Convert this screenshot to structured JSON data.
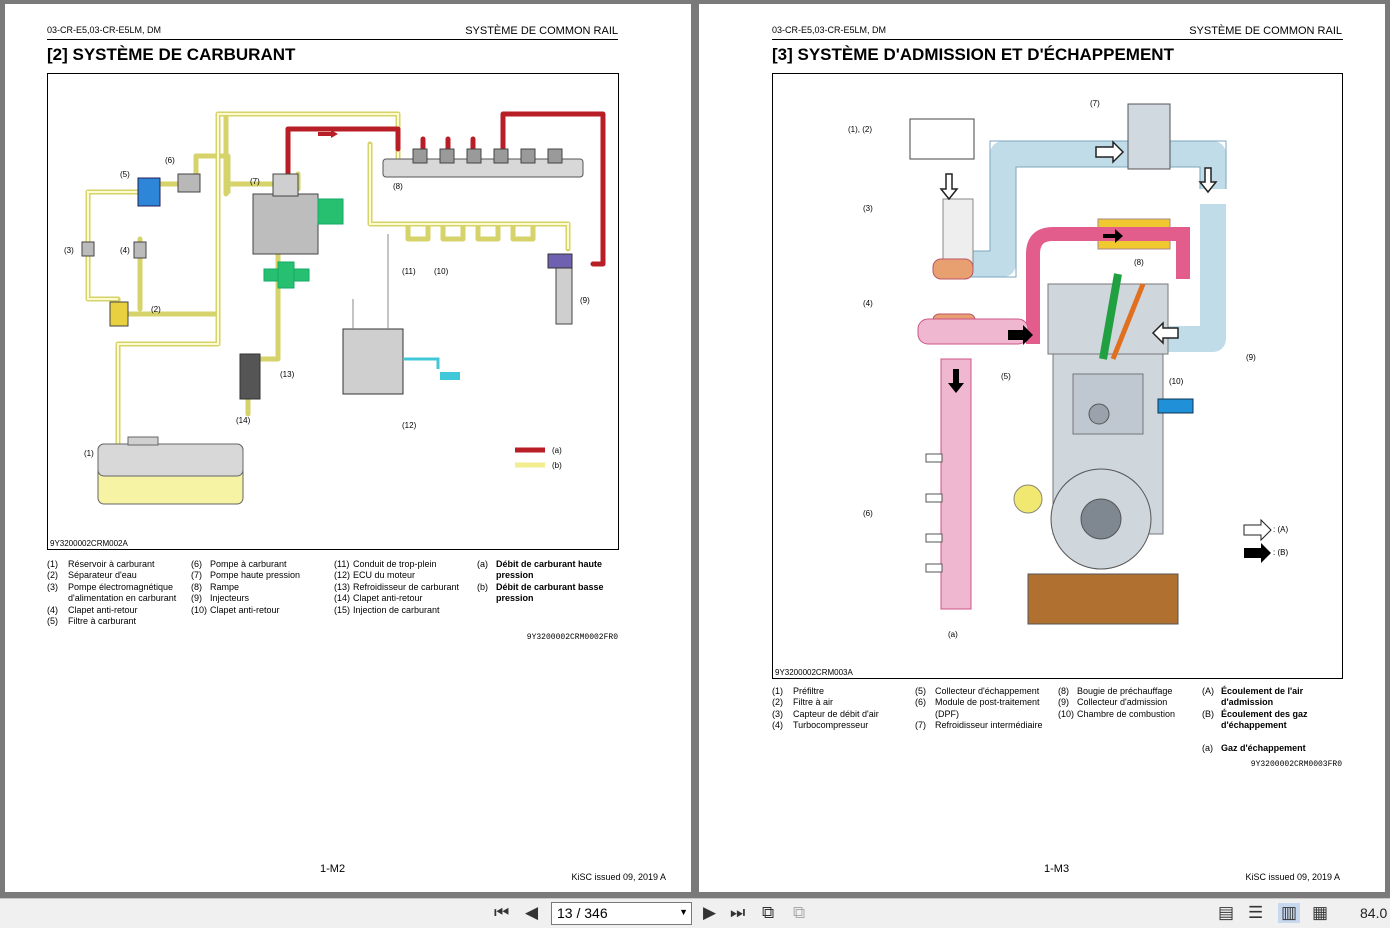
{
  "pages": [
    {
      "header_left": "03-CR-E5,03-CR-E5LM, DM",
      "header_right": "SYSTÈME DE COMMON RAIL",
      "title": "[2]  SYSTÈME DE CARBURANT",
      "figure_id": "9Y3200002CRM002A",
      "callouts": {
        "c1": "(1)",
        "c2": "(2)",
        "c3": "(3)",
        "c4": "(4)",
        "c5": "(5)",
        "c6": "(6)",
        "c7": "(7)",
        "c8": "(8)",
        "c9": "(9)",
        "c10": "(10)",
        "c11": "(11)",
        "c12": "(12)",
        "c13": "(13)",
        "c14": "(14)",
        "ca": "(a)",
        "cb": "(b)"
      },
      "legend": [
        {
          "n": "(1)",
          "t": "Réservoir à carburant"
        },
        {
          "n": "(2)",
          "t": "Séparateur d'eau"
        },
        {
          "n": "(3)",
          "t": "Pompe électromagnétique d'alimentation en carburant"
        },
        {
          "n": "(4)",
          "t": "Clapet anti-retour"
        },
        {
          "n": "(5)",
          "t": "Filtre à carburant"
        },
        {
          "n": "(6)",
          "t": "Pompe à carburant"
        },
        {
          "n": "(7)",
          "t": "Pompe haute pression"
        },
        {
          "n": "(8)",
          "t": "Rampe"
        },
        {
          "n": "(9)",
          "t": "Injecteurs"
        },
        {
          "n": "(10)",
          "t": "Clapet anti-retour"
        },
        {
          "n": "(11)",
          "t": "Conduit de trop-plein"
        },
        {
          "n": "(12)",
          "t": "ECU du moteur"
        },
        {
          "n": "(13)",
          "t": "Refroidisseur de carburant"
        },
        {
          "n": "(14)",
          "t": "Clapet anti-retour"
        },
        {
          "n": "(15)",
          "t": "Injection de carburant"
        },
        {
          "n": "(a)",
          "t": "Débit de carburant haute pression"
        },
        {
          "n": "(b)",
          "t": "Débit de carburant basse pression"
        }
      ],
      "code": "9Y3200002CRM0002FR0",
      "page_number": "1-M2",
      "issued": "KiSC issued 09, 2019 A",
      "colors": {
        "high_pressure": "#c0202a",
        "low_pressure": "#f2f0a0"
      }
    },
    {
      "header_left": "03-CR-E5,03-CR-E5LM, DM",
      "header_right": "SYSTÈME DE COMMON RAIL",
      "title": "[3]  SYSTÈME D'ADMISSION ET D'ÉCHAPPEMENT",
      "figure_id": "9Y3200002CRM003A",
      "callouts": {
        "c12": "(1), (2)",
        "c3": "(3)",
        "c4": "(4)",
        "c5": "(5)",
        "c6": "(6)",
        "c7": "(7)",
        "c8": "(8)",
        "c9": "(9)",
        "c10": "(10)",
        "ca": "(a)",
        "cA": ": (A)",
        "cB": ": (B)"
      },
      "legend": [
        {
          "n": "(1)",
          "t": "Préfiltre"
        },
        {
          "n": "(2)",
          "t": "Filtre à air"
        },
        {
          "n": "(3)",
          "t": "Capteur de débit d'air"
        },
        {
          "n": "(4)",
          "t": "Turbocompresseur"
        },
        {
          "n": "(5)",
          "t": "Collecteur d'échappement"
        },
        {
          "n": "(6)",
          "t": "Module de post-traitement (DPF)"
        },
        {
          "n": "(7)",
          "t": "Refroidisseur intermédiaire"
        },
        {
          "n": "(8)",
          "t": "Bougie de préchauffage"
        },
        {
          "n": "(9)",
          "t": "Collecteur d'admission"
        },
        {
          "n": "(10)",
          "t": "Chambre de combustion"
        },
        {
          "n": "(A)",
          "t": "Écoulement de l'air d'admission"
        },
        {
          "n": "(B)",
          "t": "Écoulement des gaz d'échappement"
        },
        {
          "n": "(a)",
          "t": "Gaz d'échappement"
        }
      ],
      "code": "9Y3200002CRM0003FR0",
      "page_number": "1-M3",
      "issued": "KiSC issued 09, 2019 A"
    }
  ],
  "toolbar": {
    "page_field": "13 / 346",
    "zoom": "84.0",
    "icons": [
      "first-page-icon",
      "previous-page-icon",
      "dropdown-icon",
      "next-page-icon",
      "last-page-icon",
      "previous-view-icon",
      "next-view-icon",
      "single-page-icon",
      "continuous-icon",
      "facing-icon",
      "continuous-facing-icon"
    ]
  }
}
